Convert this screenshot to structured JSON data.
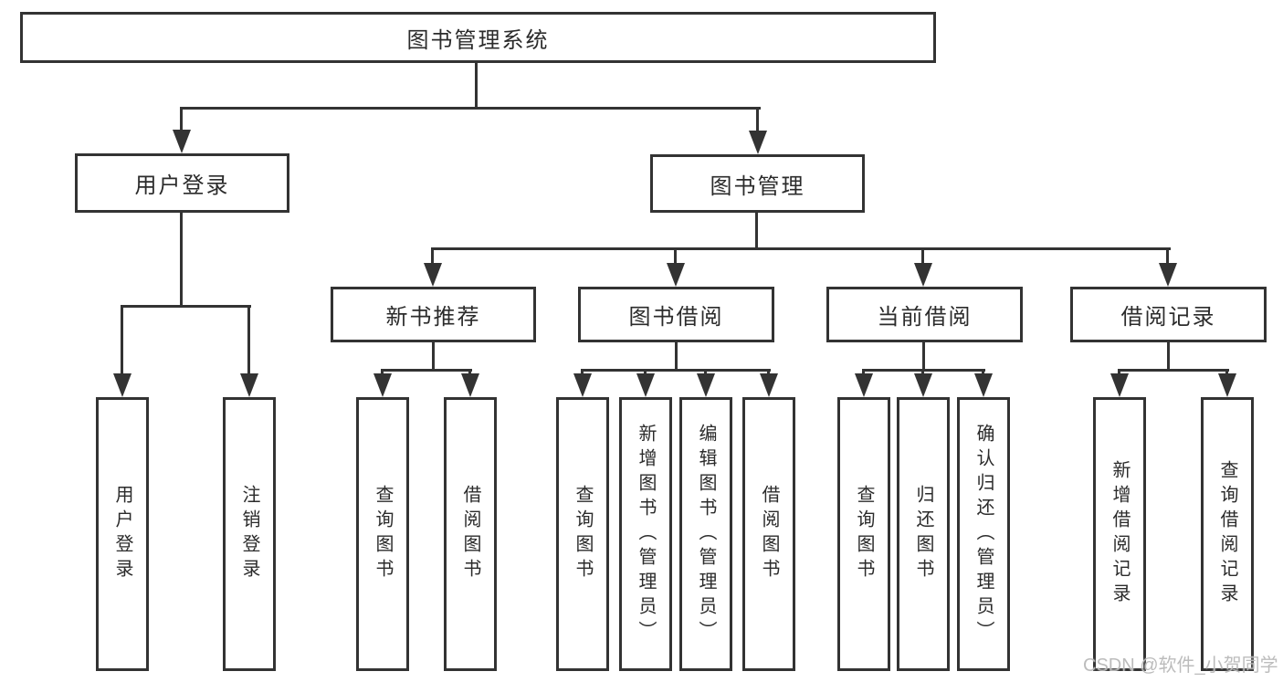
{
  "diagram": {
    "root": {
      "label": "图书管理系统"
    },
    "branches": [
      {
        "label": "用户登录",
        "children": [
          {
            "label": "用户登录"
          },
          {
            "label": "注销登录"
          }
        ]
      },
      {
        "label": "图书管理",
        "children": [
          {
            "label": "新书推荐",
            "children": [
              {
                "label": "查询图书"
              },
              {
                "label": "借阅图书"
              }
            ]
          },
          {
            "label": "图书借阅",
            "children": [
              {
                "label": "查询图书"
              },
              {
                "label": "新增图书（管理员）"
              },
              {
                "label": "编辑图书（管理员）"
              },
              {
                "label": "借阅图书"
              }
            ]
          },
          {
            "label": "当前借阅",
            "children": [
              {
                "label": "查询图书"
              },
              {
                "label": "归还图书"
              },
              {
                "label": "确认归还（管理员）"
              }
            ]
          },
          {
            "label": "借阅记录",
            "children": [
              {
                "label": "新增借阅记录"
              },
              {
                "label": "查询借阅记录"
              }
            ]
          }
        ]
      }
    ]
  },
  "watermark": {
    "text": "CSDN @软件_小贺同学"
  },
  "colors": {
    "line": "#333333",
    "text": "#2b2b2b",
    "background": "#ffffff",
    "watermark": "#b8b8b8"
  }
}
